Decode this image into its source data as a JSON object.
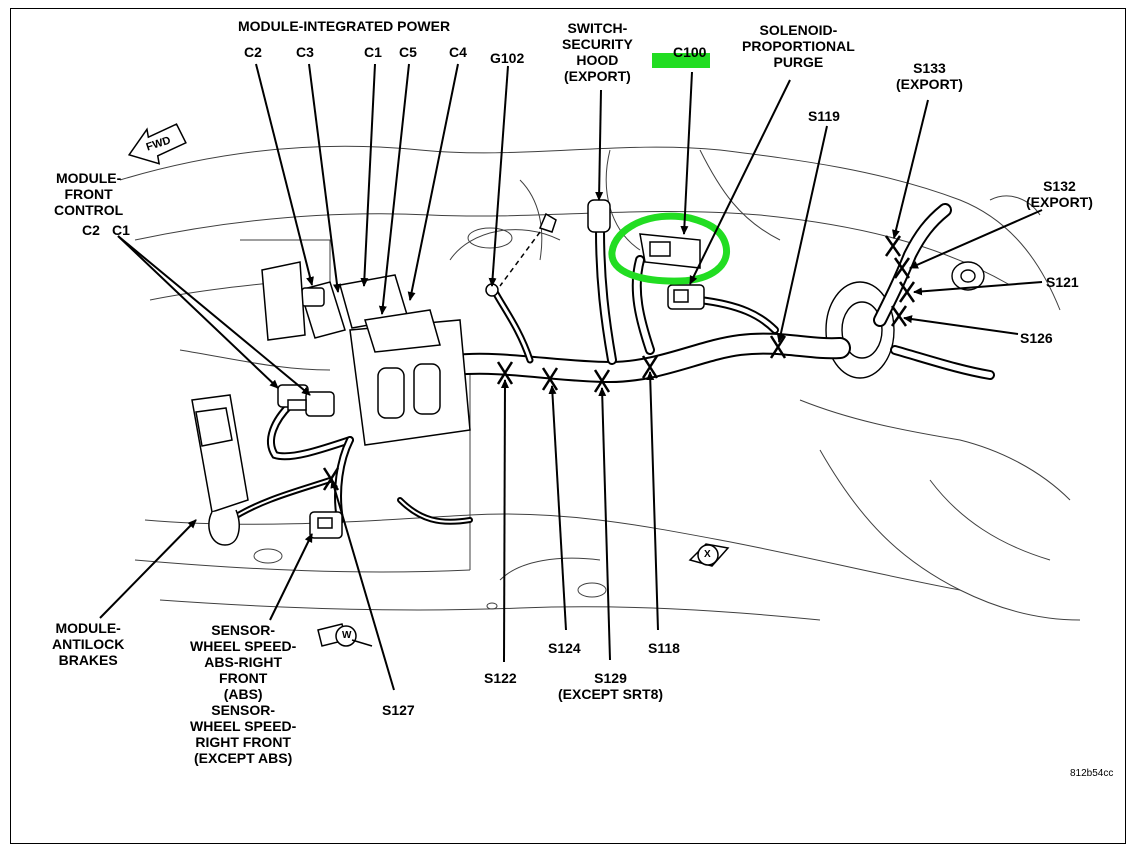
{
  "figure_code": "812b54cc",
  "highlight_color": "#22dd22",
  "labels": {
    "module_integrated_power": "MODULE-INTEGRATED POWER",
    "c2_top": "C2",
    "c3_top": "C3",
    "c1_top": "C1",
    "c5_top": "C5",
    "c4_top": "C4",
    "g102": "G102",
    "switch_security_hood": "SWITCH-\nSECURITY\nHOOD\n(EXPORT)",
    "c100": "C100",
    "solenoid_purge": "SOLENOID-\nPROPORTIONAL\nPURGE",
    "s133": "S133\n(EXPORT)",
    "s119": "S119",
    "s132": "S132\n(EXPORT)",
    "s121": "S121",
    "s126": "S126",
    "module_front_control": "MODULE-\nFRONT\nCONTROL",
    "c2_left": "C2",
    "c1_left": "C1",
    "fwd": "FWD",
    "module_antilock_brakes": "MODULE-\nANTILOCK\nBRAKES",
    "sensor_wheel_speed": "SENSOR-\nWHEEL SPEED-\nABS-RIGHT\nFRONT\n(ABS)\nSENSOR-\nWHEEL SPEED-\nRIGHT FRONT\n(EXCEPT ABS)",
    "s127": "S127",
    "s122": "S122",
    "s124": "S124",
    "s129": "S129\n(EXCEPT SRT8)",
    "s118": "S118",
    "view_w": "W",
    "view_x": "X"
  }
}
